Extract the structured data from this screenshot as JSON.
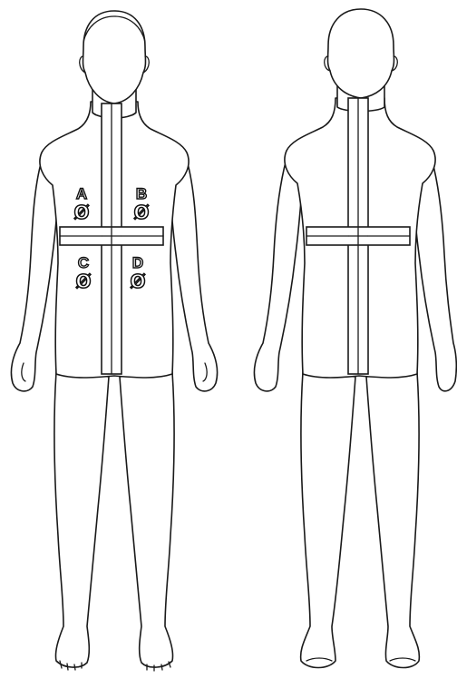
{
  "front_view": {
    "sites": [
      {
        "id": "A",
        "symbol": "Ø"
      },
      {
        "id": "B",
        "symbol": "Ø"
      },
      {
        "id": "C",
        "symbol": "Ø"
      },
      {
        "id": "D",
        "symbol": "Ø"
      }
    ]
  },
  "colors": {
    "line": "#1a1a1a",
    "fill": "#ffffff"
  }
}
